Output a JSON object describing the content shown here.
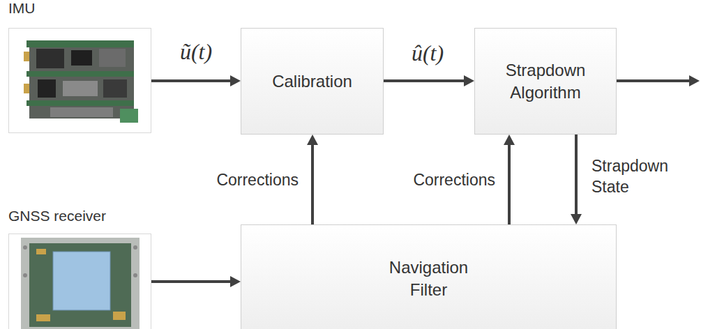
{
  "diagram": {
    "nodes": [
      {
        "text": [
          "IMU"
        ]
      },
      {
        "text": [
          "Calibration"
        ]
      },
      {
        "text": [
          "Strapdown Algorithm"
        ]
      },
      {
        "text": [
          "GNSS receiver"
        ]
      },
      {
        "text": [
          "Navigation Filter"
        ]
      }
    ],
    "edges": [
      {
        "from": 0,
        "to": 1,
        "arrow": "to",
        "label": "ũ(t)"
      },
      {
        "from": 1,
        "to": 2,
        "arrow": "to",
        "label": "û(t)"
      },
      {
        "from": 4,
        "to": 1,
        "arrow": "to",
        "label": "Corrections"
      },
      {
        "from": 4,
        "to": 2,
        "arrow": "to",
        "label": "Corrections"
      },
      {
        "from": 2,
        "to": 4,
        "arrow": "to",
        "label": "Strapdown State"
      },
      {
        "from": 3,
        "to": 4,
        "arrow": "to"
      }
    ]
  }
}
